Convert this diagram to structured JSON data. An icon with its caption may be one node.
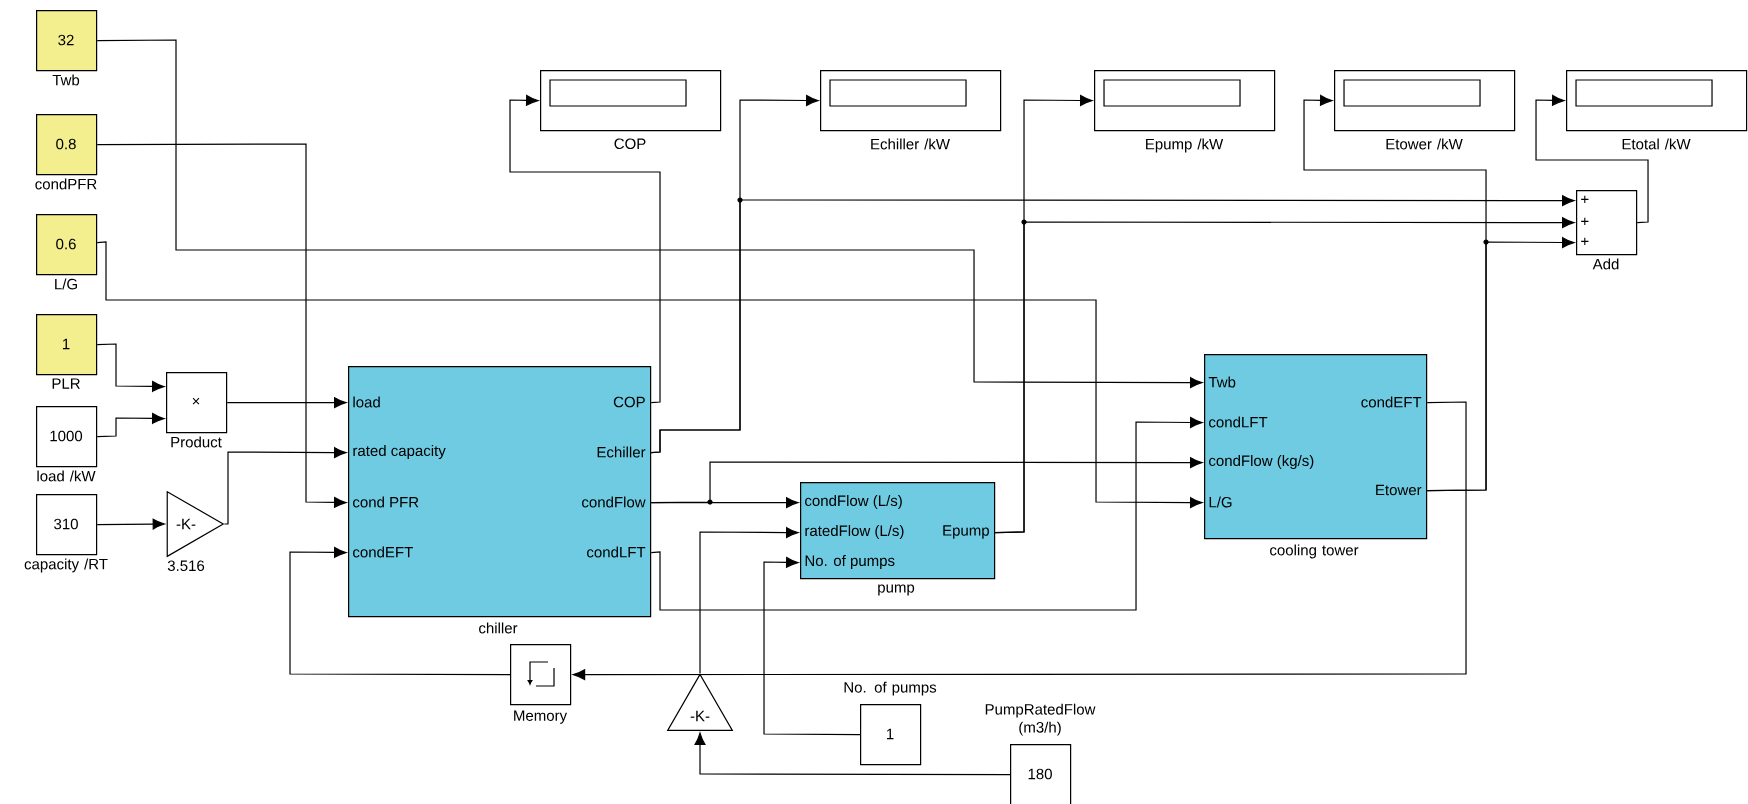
{
  "diagram": {
    "nodes": [
      {
        "text": [
          "32"
        ],
        "beside": [
          "Twb"
        ]
      },
      {
        "text": [
          "0.8"
        ],
        "beside": [
          "condPFR"
        ]
      },
      {
        "text": [
          "0.6"
        ],
        "beside": [
          "L/G"
        ]
      },
      {
        "text": [
          "1"
        ],
        "beside": [
          "PLR"
        ]
      },
      {
        "text": [
          "1000"
        ],
        "beside": [
          "load /kW"
        ]
      },
      {
        "text": [
          "310"
        ],
        "beside": [
          "capacity /RT"
        ]
      },
      {
        "text": [
          "×"
        ],
        "beside": [
          "Product"
        ]
      },
      {
        "text": [
          "-K-"
        ],
        "beside": [
          "3.516"
        ]
      },
      {
        "text": [],
        "shape": "box",
        "beside": [
          "COP"
        ]
      },
      {
        "text": [],
        "shape": "box",
        "beside": [
          "Echiller /kW"
        ]
      },
      {
        "text": [],
        "shape": "box",
        "beside": [
          "Epump /kW"
        ]
      },
      {
        "text": [],
        "shape": "box",
        "beside": [
          "Etower /kW"
        ]
      },
      {
        "text": [],
        "shape": "box",
        "beside": [
          "Etotal /kW"
        ]
      },
      {
        "text": [
          "+",
          "+",
          "+"
        ],
        "beside": [
          "Add"
        ]
      },
      {
        "text": [
          "load",
          "rated capacity",
          "cond PFR",
          "condEFT",
          "COP",
          "Echiller",
          "condFlow",
          "condLFT"
        ],
        "beside": [
          "chiller"
        ]
      },
      {
        "text": [
          "condFlow (L/s)",
          "ratedFlow (L/s)",
          "No. of pumps",
          "Epump"
        ],
        "beside": [
          "pump"
        ]
      },
      {
        "text": [
          "Twb",
          "condLFT",
          "condFlow (kg/s)",
          "L/G",
          "condEFT",
          "Etower"
        ],
        "beside": [
          "cooling tower"
        ]
      },
      {
        "text": [],
        "shape": "box",
        "beside": [
          "Memory"
        ]
      },
      {
        "text": [
          "-K-"
        ]
      },
      {
        "text": [
          "1"
        ],
        "beside": [
          "No. of pumps"
        ]
      },
      {
        "text": [
          "180"
        ],
        "beside": [
          "PumpRatedFlow (m3/h)"
        ]
      }
    ],
    "edges": [
      {
        "from": 0,
        "to": 16,
        "arrow": "to"
      },
      {
        "from": 1,
        "to": 14,
        "arrow": "to"
      },
      {
        "from": 2,
        "to": 16,
        "arrow": "to"
      },
      {
        "from": 3,
        "to": 6,
        "arrow": "to"
      },
      {
        "from": 4,
        "to": 6,
        "arrow": "to"
      },
      {
        "from": 5,
        "to": 7,
        "arrow": "to"
      },
      {
        "from": 6,
        "to": 14,
        "arrow": "to"
      },
      {
        "from": 7,
        "to": 14,
        "arrow": "to"
      },
      {
        "from": 14,
        "to": 8,
        "arrow": "to"
      },
      {
        "from": 14,
        "to": 9,
        "arrow": "to"
      },
      {
        "from": 14,
        "to": 13,
        "arrow": "to"
      },
      {
        "from": 14,
        "to": 15,
        "arrow": "to"
      },
      {
        "from": 14,
        "to": 16,
        "arrow": "to"
      },
      {
        "from": 14,
        "to": 16,
        "arrow": "to"
      },
      {
        "from": 15,
        "to": 10,
        "arrow": "to"
      },
      {
        "from": 15,
        "to": 13,
        "arrow": "to"
      },
      {
        "from": 16,
        "to": 11,
        "arrow": "to"
      },
      {
        "from": 16,
        "to": 13,
        "arrow": "to"
      },
      {
        "from": 16,
        "to": 17,
        "arrow": "to"
      },
      {
        "from": 17,
        "to": 14,
        "arrow": "to"
      },
      {
        "from": 13,
        "to": 12,
        "arrow": "to"
      },
      {
        "from": 20,
        "to": 18,
        "arrow": "to"
      },
      {
        "from": 18,
        "to": 15,
        "arrow": "to"
      },
      {
        "from": 19,
        "to": 15,
        "arrow": "to"
      }
    ]
  }
}
